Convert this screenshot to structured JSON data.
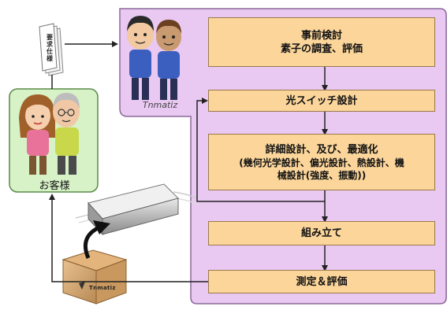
{
  "requirements_doc": {
    "label": "要求仕様"
  },
  "company": {
    "brand": "Tnmatiz"
  },
  "customer": {
    "label": "お客様"
  },
  "product_box": {
    "label": "Tnmatiz"
  },
  "steps": [
    {
      "id": "preliminary",
      "lines": [
        "事前検討",
        "素子の調査、評価"
      ]
    },
    {
      "id": "switch-design",
      "lines": [
        "光スイッチ設計"
      ]
    },
    {
      "id": "detailed-design",
      "lines": [
        "詳細設計、及び、最適化",
        "(幾何光学設計、偏光設計、熱設計、機",
        "械設計(強度、振動))"
      ]
    },
    {
      "id": "assembly",
      "lines": [
        "組み立て"
      ]
    },
    {
      "id": "measurement",
      "lines": [
        "測定＆評価"
      ]
    }
  ],
  "colors": {
    "company_panel": "#e9c8f2",
    "company_border": "#8a6a9a",
    "customer_panel": "#d8f2c8",
    "customer_border": "#5a8a4a",
    "step_fill": "#fbd59a",
    "arrow": "#222222"
  }
}
